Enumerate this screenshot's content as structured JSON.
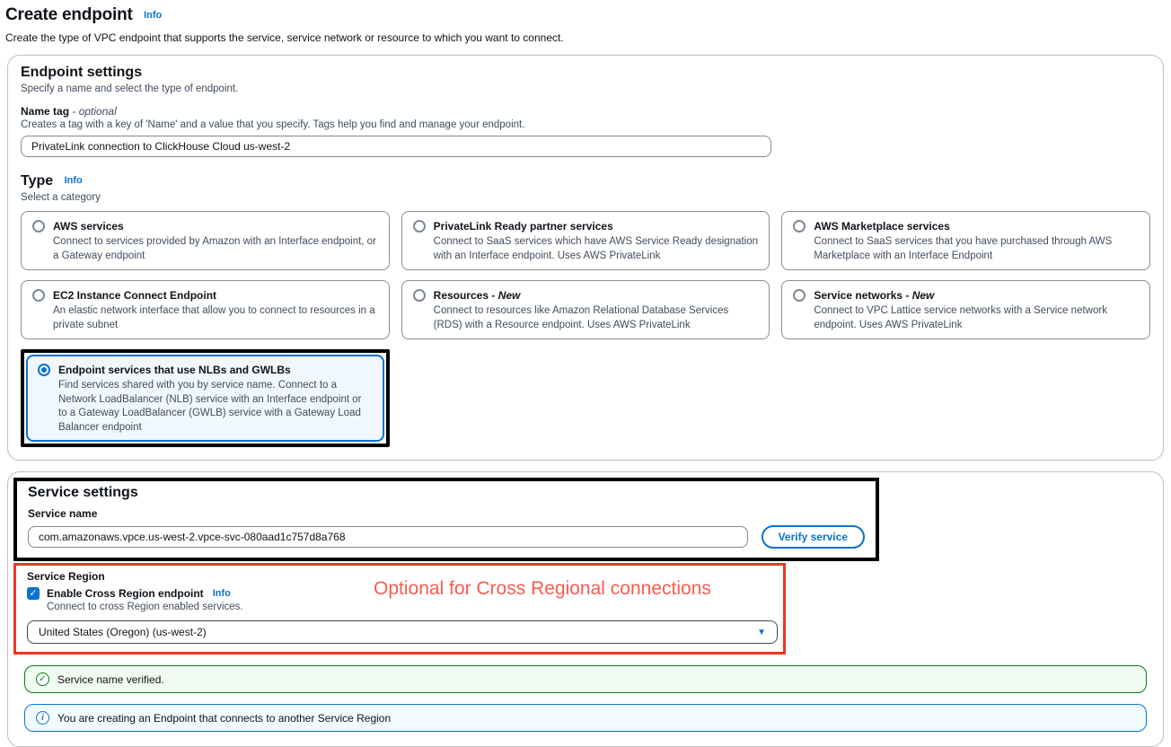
{
  "page": {
    "title": "Create endpoint",
    "info_label": "Info",
    "description": "Create the type of VPC endpoint that supports the service, service network or resource to which you want to connect."
  },
  "endpoint_settings": {
    "heading": "Endpoint settings",
    "subheading": "Specify a name and select the type of endpoint.",
    "name_tag": {
      "label": "Name tag",
      "optional_suffix": " - optional",
      "description": "Creates a tag with a key of 'Name' and a value that you specify. Tags help you find and manage your endpoint.",
      "value": "PrivateLink connection to ClickHouse Cloud us-west-2"
    },
    "type": {
      "label": "Type",
      "info_label": "Info",
      "subheading": "Select a category",
      "options": [
        {
          "title": "AWS services",
          "description": "Connect to services provided by Amazon with an Interface endpoint, or a Gateway endpoint"
        },
        {
          "title": "PrivateLink Ready partner services",
          "description": "Connect to SaaS services which have AWS Service Ready designation with an Interface endpoint. Uses AWS PrivateLink"
        },
        {
          "title": "AWS Marketplace services",
          "description": "Connect to SaaS services that you have purchased through AWS Marketplace with an Interface Endpoint"
        },
        {
          "title": "EC2 Instance Connect Endpoint",
          "description": "An elastic network interface that allow you to connect to resources in a private subnet"
        },
        {
          "title": "Resources",
          "suffix": " - New",
          "description": "Connect to resources like Amazon Relational Database Services (RDS) with a Resource endpoint. Uses AWS PrivateLink"
        },
        {
          "title": "Service networks",
          "suffix": " - New",
          "description": "Connect to VPC Lattice service networks with a Service network endpoint. Uses AWS PrivateLink"
        },
        {
          "title": "Endpoint services that use NLBs and GWLBs",
          "description": "Find services shared with you by service name. Connect to a Network LoadBalancer (NLB) service with an Interface endpoint or to a Gateway LoadBalancer (GWLB) service with a Gateway Load Balancer endpoint"
        }
      ]
    }
  },
  "service_settings": {
    "heading": "Service settings",
    "service_name_label": "Service name",
    "service_name_value": "com.amazonaws.vpce.us-west-2.vpce-svc-080aad1c757d8a768",
    "verify_button": "Verify service",
    "service_region": {
      "label": "Service Region",
      "checkbox_label": "Enable Cross Region endpoint",
      "info_label": "Info",
      "description": "Connect to cross Region enabled services.",
      "region_value": "United States (Oregon) (us-west-2)"
    },
    "annotation_note": "Optional for Cross Regional connections"
  },
  "banners": {
    "success_message": "Service name verified.",
    "info_message": "You are creating an Endpoint that connects to another Service Region"
  },
  "colors": {
    "accent_blue": "#0972d3",
    "success_green": "#067d14",
    "annotation_red": "#ee3426",
    "annotation_text_red": "#fa5a50",
    "selected_card_bg": "#f0f8fd"
  }
}
